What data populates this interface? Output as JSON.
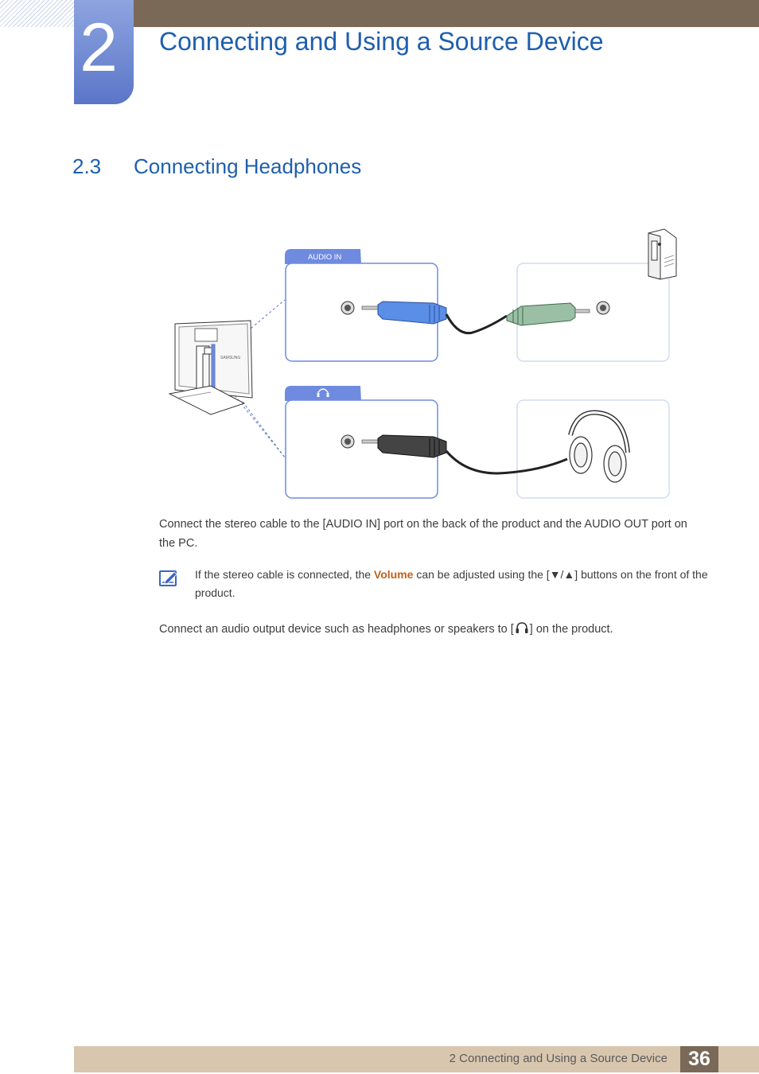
{
  "header": {
    "chapter_number": "2",
    "chapter_title": "Connecting and Using a Source Device"
  },
  "section": {
    "number": "2.3",
    "title": "Connecting Headphones"
  },
  "diagram": {
    "audio_in_label": "AUDIO IN",
    "monitor_brand": "SAMSUNG",
    "icons": [
      "monitor-back-icon",
      "pc-tower-icon",
      "audio-jack-icon",
      "stereo-plug-icon",
      "headphone-icon"
    ]
  },
  "body": {
    "para1": "Connect the stereo cable to the [AUDIO IN] port on the back of the product and the AUDIO OUT port on the PC.",
    "note_before": "If the stereo cable is connected, the ",
    "note_highlight": "Volume",
    "note_middle": " can be adjusted using the [",
    "note_buttons": "▼/▲",
    "note_after": "] buttons on the front of the product.",
    "para2_before": "Connect an audio output device such as headphones or speakers to [",
    "para2_after": "] on the product."
  },
  "footer": {
    "text": "2 Connecting and Using a Source Device",
    "page_number": "36"
  },
  "colors": {
    "heading_blue": "#1e5fae",
    "header_brown": "#7a6957",
    "footer_beige": "#d8c7ae",
    "highlight_orange": "#c0611b",
    "panel_blue": "#6f8be0"
  }
}
